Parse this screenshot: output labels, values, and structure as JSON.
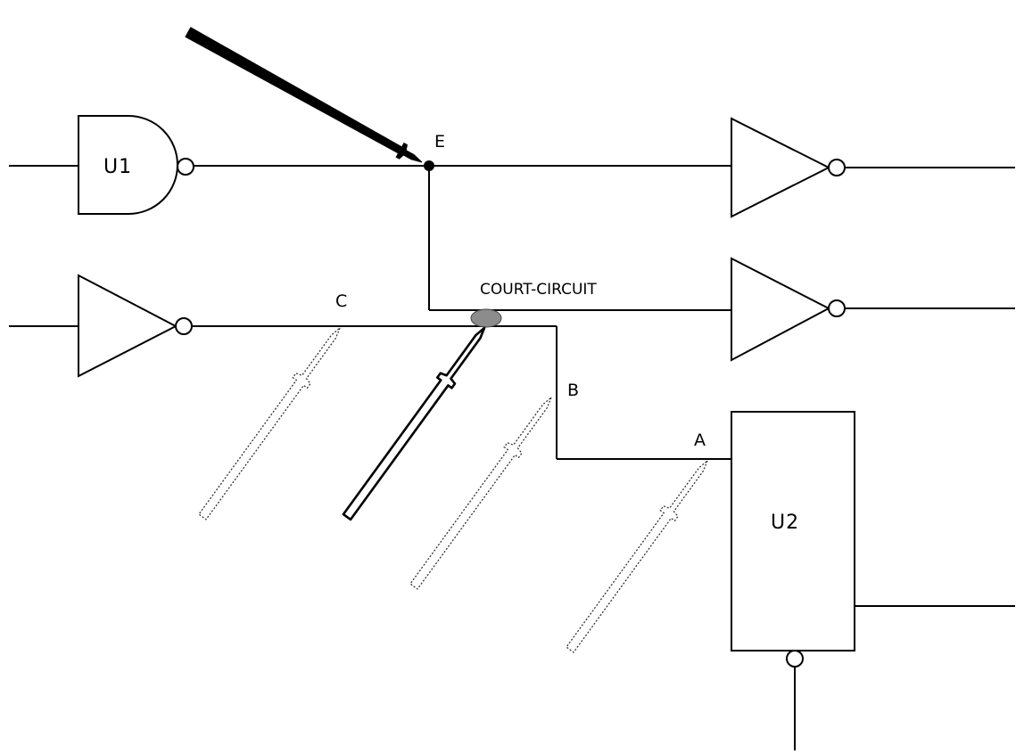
{
  "labels": {
    "u1": "U1",
    "u2": "U2",
    "node_e": "E",
    "node_c": "C",
    "node_b": "B",
    "node_a": "A",
    "short_circuit": "COURT-CIRCUIT"
  },
  "colors": {
    "wire": "#000000",
    "short_marker": "#8c8c8c",
    "background": "#ffffff"
  },
  "icons": [
    "probe-icon"
  ]
}
